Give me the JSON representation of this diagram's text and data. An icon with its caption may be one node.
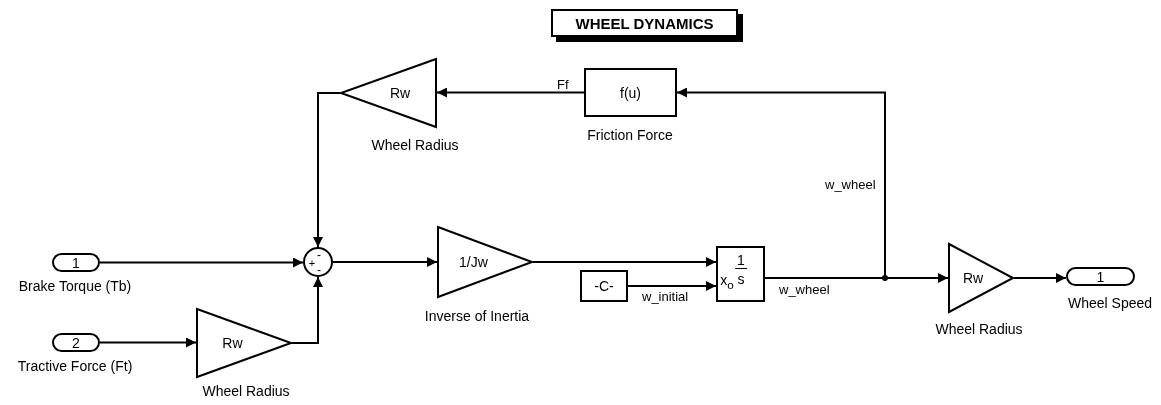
{
  "diagram": {
    "title": "WHEEL DYNAMICS",
    "nodes": [
      {
        "text": [
          "1"
        ],
        "beside": [
          "Brake Torque (Tb)"
        ]
      },
      {
        "text": [
          "2"
        ],
        "beside": [
          "Tractive Force (Ft)"
        ]
      },
      {
        "text": [
          "Rw"
        ],
        "beside": [
          "Wheel Radius"
        ]
      },
      {
        "text": [
          "+",
          "-",
          "-"
        ]
      },
      {
        "text": [
          "Rw"
        ],
        "beside": [
          "Wheel Radius"
        ]
      },
      {
        "text": [
          "f(u)"
        ],
        "beside": [
          "Friction Force"
        ]
      },
      {
        "text": [
          "1/Jw"
        ],
        "beside": [
          "Inverse of Inertia"
        ]
      },
      {
        "text": [
          "-C-"
        ]
      },
      {
        "text": [
          "1",
          "x$_{o}$",
          "s"
        ]
      },
      {
        "text": [
          "Rw"
        ],
        "beside": [
          "Wheel Radius"
        ]
      },
      {
        "text": [
          "1"
        ],
        "beside": [
          "Wheel Speed"
        ]
      }
    ],
    "edges": [
      {
        "from": 0,
        "to": 3,
        "arrow": "to"
      },
      {
        "from": 1,
        "to": 2,
        "arrow": "to"
      },
      {
        "from": 2,
        "to": 3,
        "arrow": "to"
      },
      {
        "from": 4,
        "to": 3,
        "arrow": "to"
      },
      {
        "from": 5,
        "to": 4,
        "arrow": "to",
        "label": "Ff"
      },
      {
        "from": 3,
        "to": 6,
        "arrow": "to"
      },
      {
        "from": 6,
        "to": 8,
        "arrow": "to"
      },
      {
        "from": 7,
        "to": 8,
        "arrow": "to",
        "label": "w_initial"
      },
      {
        "from": 8,
        "to": 9,
        "arrow": "to",
        "label": "w_wheel"
      },
      {
        "from": 8,
        "to": 5,
        "arrow": "to",
        "label": "w_wheel"
      },
      {
        "from": 9,
        "to": 10,
        "arrow": "to"
      }
    ]
  }
}
